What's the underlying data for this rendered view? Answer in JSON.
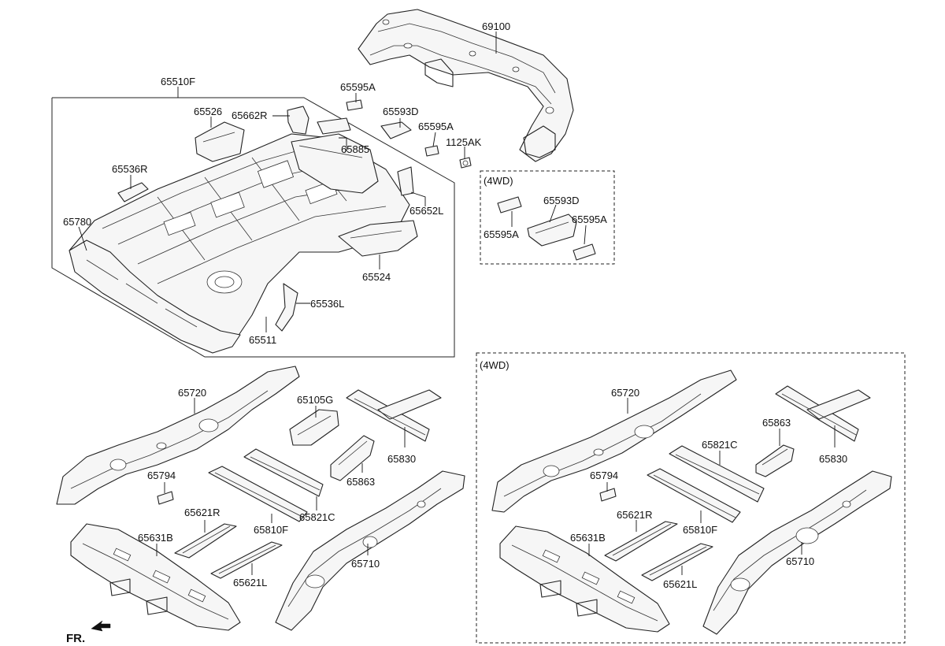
{
  "parts": {
    "p69100": "69100",
    "p65510F": "65510F",
    "p65595A_top": "65595A",
    "p65526": "65526",
    "p65662R": "65662R",
    "p65593D_top": "65593D",
    "p65595A_mid": "65595A",
    "p65885": "65885",
    "p1125AK": "1125AK",
    "p65536R": "65536R",
    "p65652L": "65652L",
    "p65780": "65780",
    "p65524": "65524",
    "p65536L": "65536L",
    "p65511": "65511",
    "p65720_left": "65720",
    "p65105G": "65105G",
    "p65830_left": "65830",
    "p65794_left": "65794",
    "p65863_left": "65863",
    "p65621R_left": "65621R",
    "p65821C_left": "65821C",
    "p65810F_left": "65810F",
    "p65631B_left": "65631B",
    "p65710_left": "65710",
    "p65621L_left": "65621L",
    "p65720_right": "65720",
    "p65863_right": "65863",
    "p65821C_right": "65821C",
    "p65830_right": "65830",
    "p65794_right": "65794",
    "p65621R_right": "65621R",
    "p65810F_right": "65810F",
    "p65631B_right": "65631B",
    "p65710_right": "65710",
    "p65621L_right": "65621L",
    "p4wd_593D": "65593D",
    "p4wd_595A_left": "65595A",
    "p4wd_595A_right": "65595A"
  },
  "groups": {
    "fwd_small_label": "(4WD)",
    "fwd_large_label": "(4WD)"
  },
  "footer": {
    "front_label": "FR."
  }
}
